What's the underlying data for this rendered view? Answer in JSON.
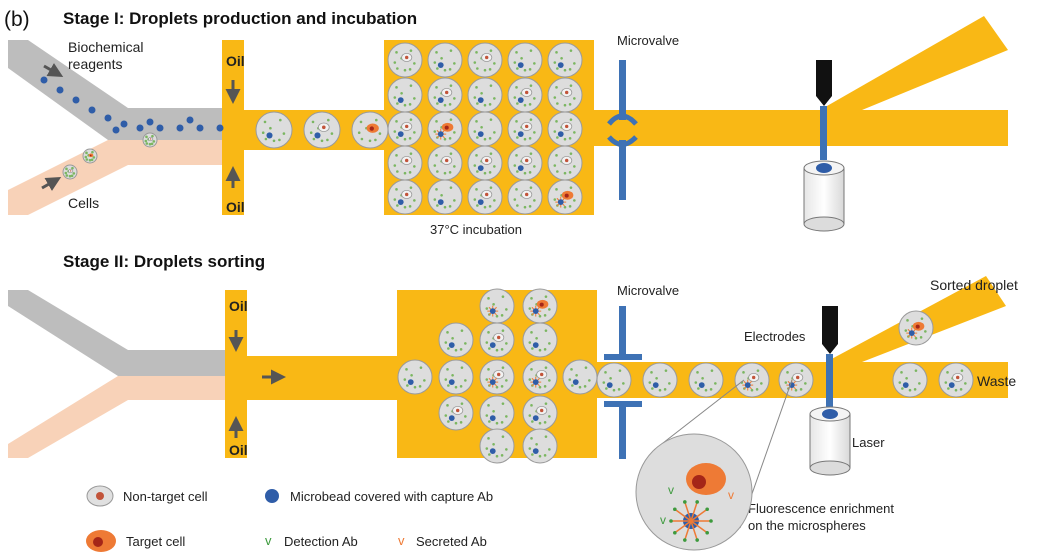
{
  "panel_label": "(b)",
  "stage1": {
    "title": "Stage I: Droplets production and incubation",
    "reagents_label_1": "Biochemical",
    "reagents_label_2": "reagents",
    "cells_label": "Cells",
    "oil_top": "Oil",
    "oil_bottom": "Oil",
    "incubation_label": "37°C incubation",
    "microvalve_label": "Microvalve"
  },
  "stage2": {
    "title": "Stage II: Droplets sorting",
    "oil_top": "Oil",
    "oil_bottom": "Oil",
    "microvalve_label": "Microvalve",
    "electrodes_label": "Electrodes",
    "sorted_label": "Sorted droplet",
    "waste_label": "Waste",
    "laser_label": "Laser",
    "enrichment_line1": "Fluorescence enrichment",
    "enrichment_line2": "on the microspheres"
  },
  "legend": {
    "nontarget": "Non-target cell",
    "microbead": "Microbead covered with capture Ab",
    "target": "Target cell",
    "detection": "Detection Ab",
    "secreted": "Secreted Ab"
  },
  "colors": {
    "channel": "#F9B815",
    "reagent_channel": "#BDBDBD",
    "cell_channel": "#F8D2B8",
    "droplet": "#DDDDDD",
    "bead": "#2F5DA8",
    "target_cell": "#EE7A35",
    "detection_ab": "#7BB661",
    "secreted_ab": "#EE7A35",
    "valve": "#3E72B5"
  }
}
